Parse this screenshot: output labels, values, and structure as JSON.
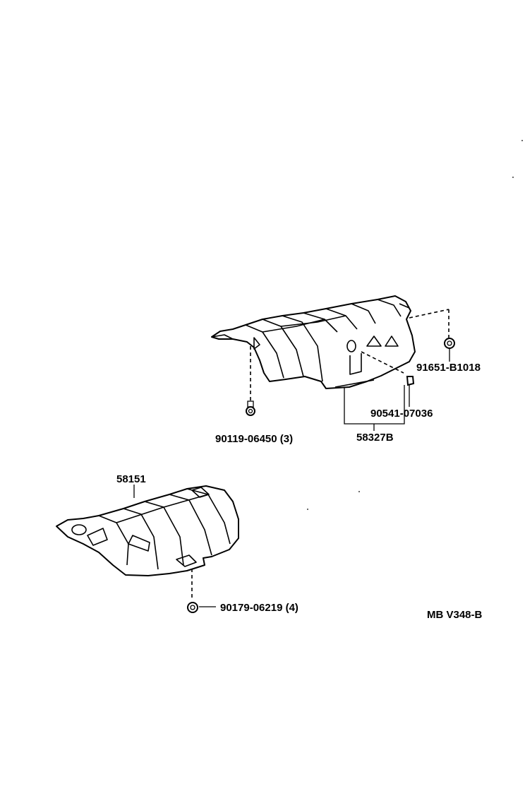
{
  "parts": {
    "upper_shield": "58327B",
    "upper_bolt": "90119-06450 (3)",
    "upper_nut": "90541-07036",
    "upper_clip": "91651-B1018",
    "lower_shield": "58151",
    "lower_nut": "90179-06219 (4)"
  },
  "diagram_code": "MB V348-B"
}
